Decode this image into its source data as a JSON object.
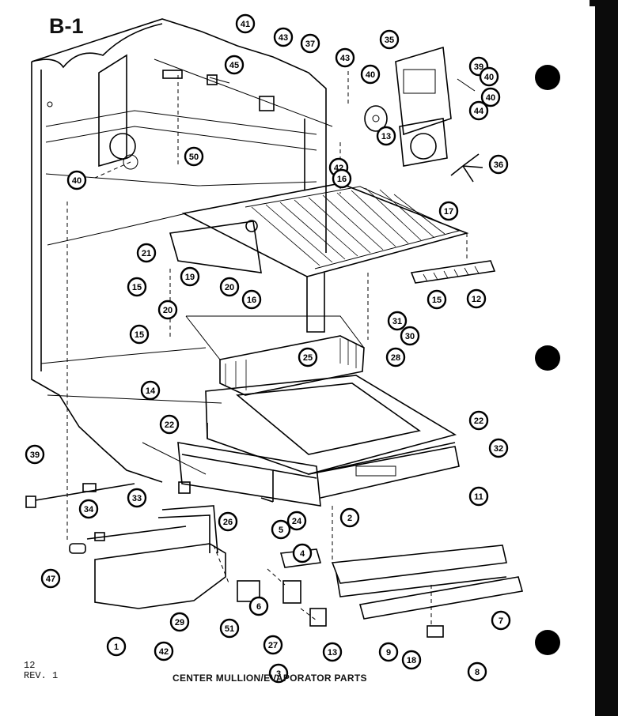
{
  "page": {
    "title": "B-1",
    "page_number": "12",
    "revision": "REV. 1",
    "caption": "CENTER MULLION/EVAPORATOR PARTS"
  },
  "callouts": [
    "41",
    "43",
    "37",
    "45",
    "50",
    "35",
    "43",
    "40",
    "44",
    "13",
    "39",
    "40",
    "40",
    "42",
    "36",
    "40",
    "16",
    "17",
    "21",
    "19",
    "20",
    "12",
    "15",
    "15",
    "16",
    "20",
    "15",
    "31",
    "30",
    "25",
    "28",
    "14",
    "22",
    "22",
    "32",
    "39",
    "33",
    "34",
    "26",
    "24",
    "2",
    "5",
    "4",
    "11",
    "47",
    "29",
    "51",
    "6",
    "27",
    "3",
    "13",
    "9",
    "7",
    "1",
    "42",
    "18",
    "8"
  ],
  "colors": {
    "ink": "#000000",
    "paper": "#ffffff"
  }
}
